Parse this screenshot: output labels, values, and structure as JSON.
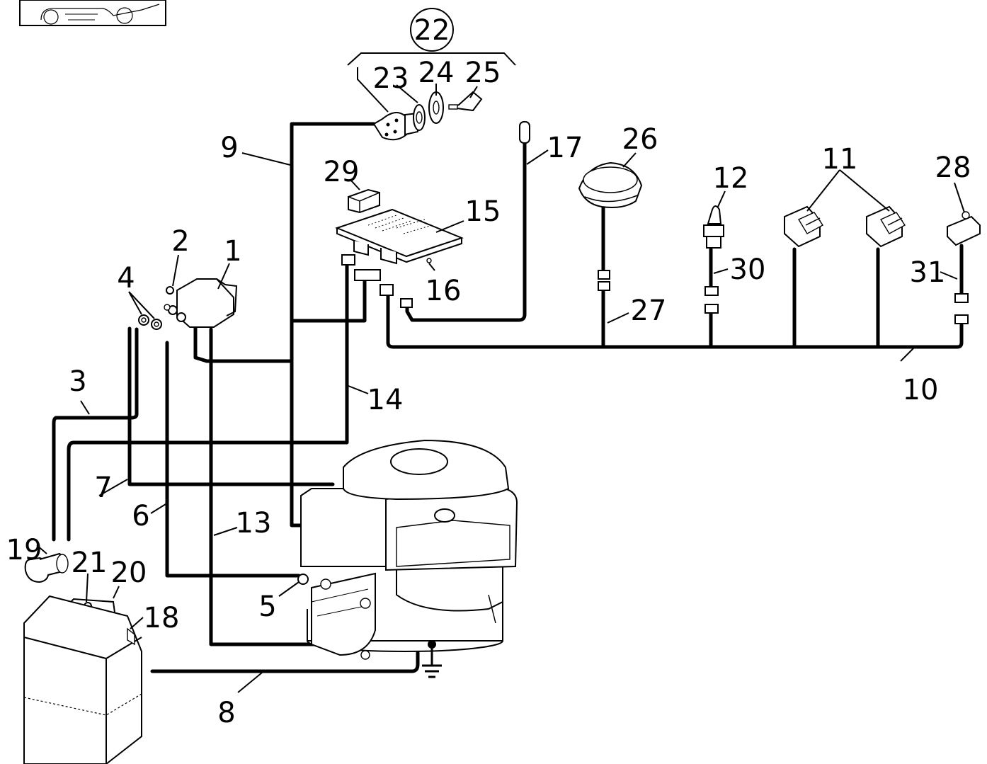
{
  "callouts": {
    "c1": "1",
    "c2": "2",
    "c3": "3",
    "c4": "4",
    "c5": "5",
    "c6": "6",
    "c7": "7",
    "c8": "8",
    "c9": "9",
    "c10": "10",
    "c11": "11",
    "c12": "12",
    "c13": "13",
    "c14": "14",
    "c15": "15",
    "c16": "16",
    "c17": "17",
    "c18": "18",
    "c19": "19",
    "c20": "20",
    "c21": "21",
    "c22": "22",
    "c23": "23",
    "c24": "24",
    "c25": "25",
    "c26": "26",
    "c27": "27",
    "c28": "28",
    "c29": "29",
    "c30": "30",
    "c31": "31"
  },
  "icons": {
    "vehicle_thumbnail": "tractor-thumbnail-icon",
    "ground_symbol": "ground-icon"
  },
  "colors": {
    "line": "#000000",
    "background": "#ffffff"
  }
}
